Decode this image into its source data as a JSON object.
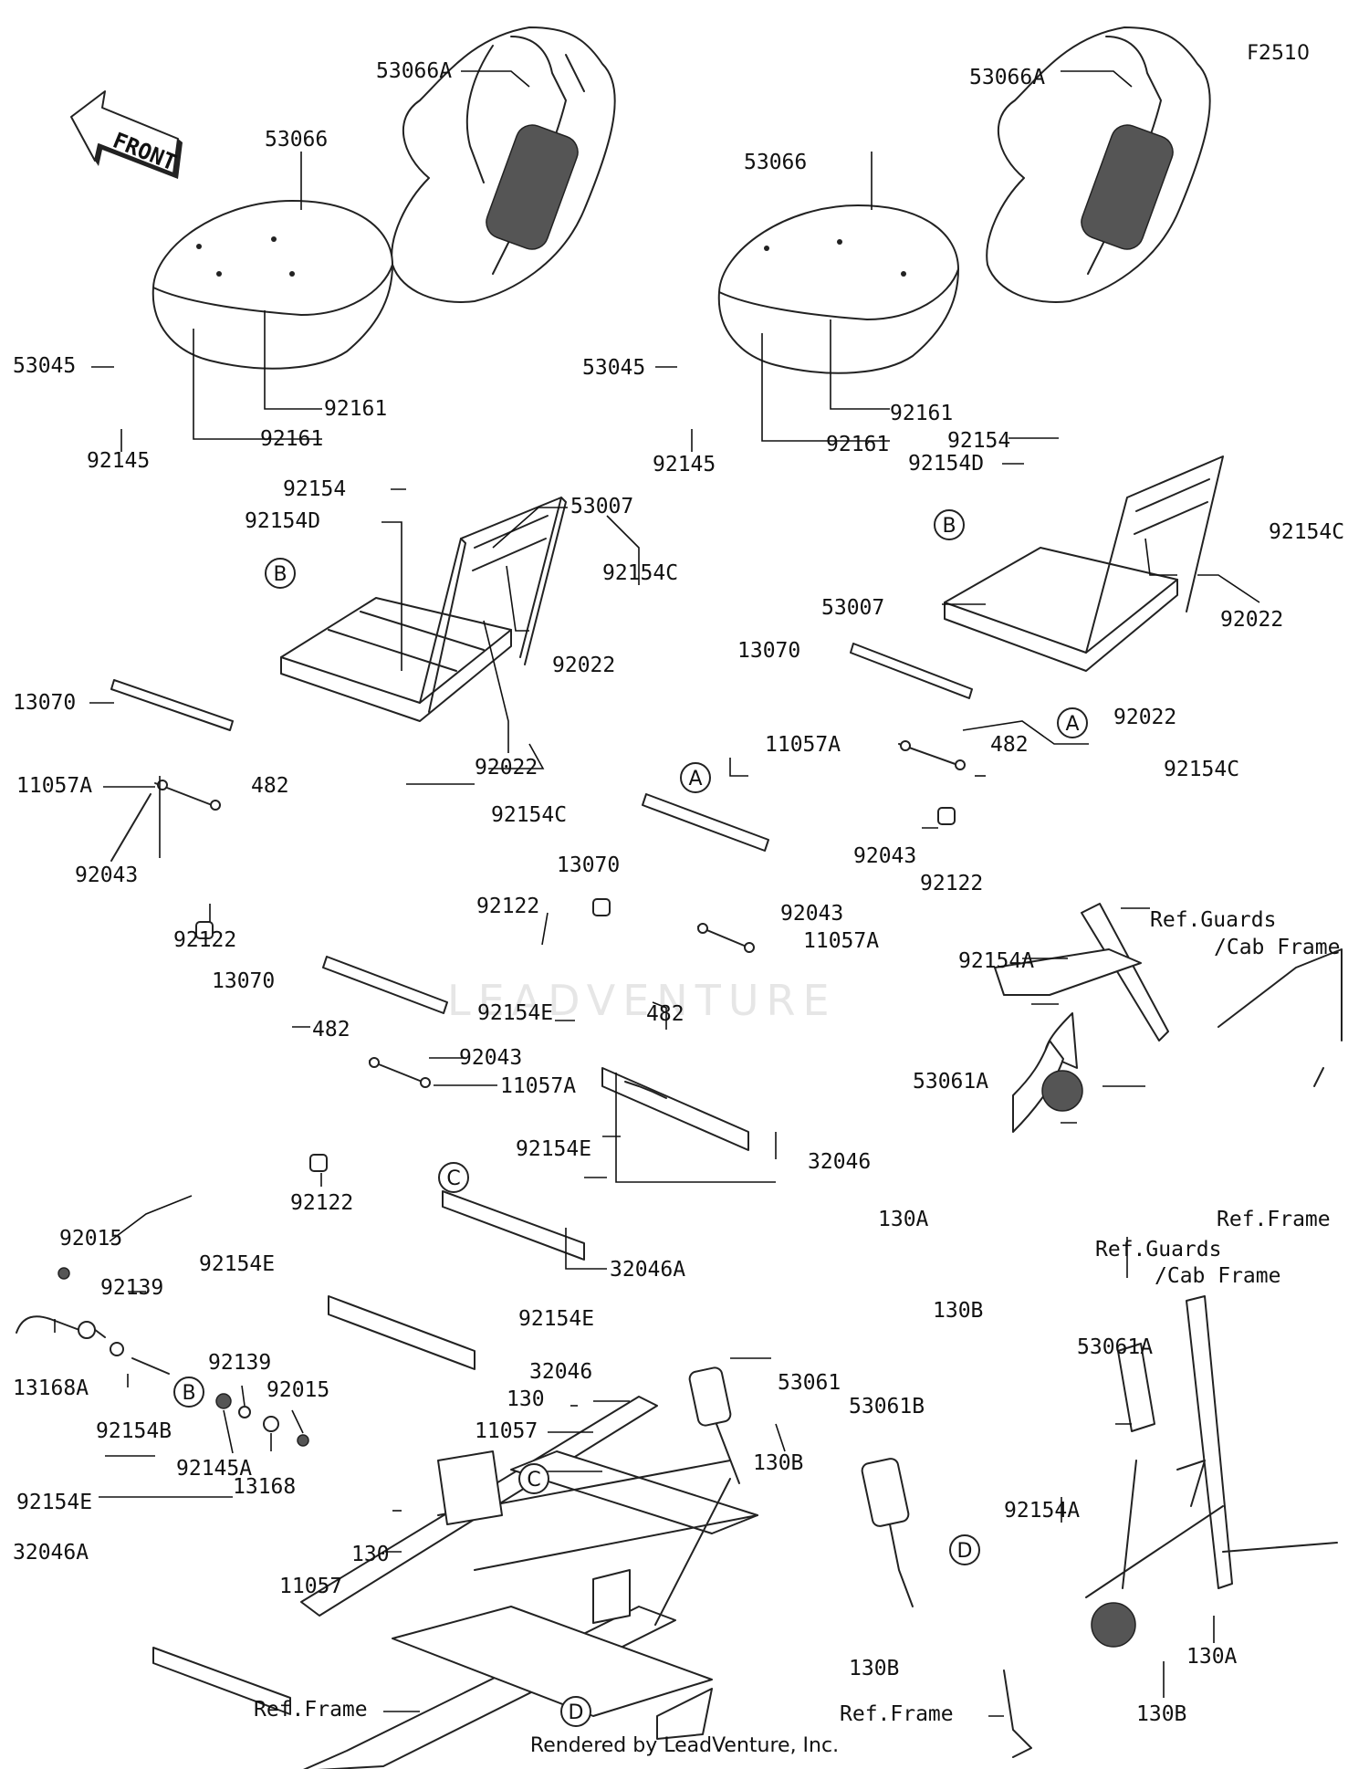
{
  "figure_code": "F2510",
  "footer_text": "Rendered by LeadVenture, Inc.",
  "watermark": "LEADVENTURE",
  "front_arrow_label": "FRONT",
  "labels": [
    {
      "id": "l1",
      "text": "53066A"
    },
    {
      "id": "l2",
      "text": "53066"
    },
    {
      "id": "l3",
      "text": "53045"
    },
    {
      "id": "l4",
      "text": "92145"
    },
    {
      "id": "l5",
      "text": "92161"
    },
    {
      "id": "l6",
      "text": "92161"
    },
    {
      "id": "l7",
      "text": "92154"
    },
    {
      "id": "l8",
      "text": "92154D"
    },
    {
      "id": "l9",
      "text": "53007"
    },
    {
      "id": "l10",
      "text": "92154C"
    },
    {
      "id": "l11",
      "text": "92022"
    },
    {
      "id": "l12",
      "text": "13070"
    },
    {
      "id": "l13",
      "text": "11057A"
    },
    {
      "id": "l14",
      "text": "482"
    },
    {
      "id": "l15",
      "text": "92043"
    },
    {
      "id": "l16",
      "text": "92122"
    },
    {
      "id": "l17",
      "text": "92022"
    },
    {
      "id": "l18",
      "text": "92154C"
    },
    {
      "id": "r1",
      "text": "53066A"
    },
    {
      "id": "r2",
      "text": "53066"
    },
    {
      "id": "r3",
      "text": "53045"
    },
    {
      "id": "r4",
      "text": "92145"
    },
    {
      "id": "r5",
      "text": "92161"
    },
    {
      "id": "r6",
      "text": "92161"
    },
    {
      "id": "r7",
      "text": "92154"
    },
    {
      "id": "r8",
      "text": "92154D"
    },
    {
      "id": "r9",
      "text": "92154C"
    },
    {
      "id": "r10",
      "text": "92022"
    },
    {
      "id": "r11",
      "text": "53007"
    },
    {
      "id": "r12",
      "text": "13070"
    },
    {
      "id": "r13",
      "text": "11057A"
    },
    {
      "id": "r14",
      "text": "482"
    },
    {
      "id": "r15",
      "text": "92043"
    },
    {
      "id": "r16",
      "text": "92122"
    },
    {
      "id": "r17",
      "text": "92022"
    },
    {
      "id": "r18",
      "text": "92154C"
    },
    {
      "id": "m1",
      "text": "13070"
    },
    {
      "id": "m2",
      "text": "92122"
    },
    {
      "id": "m3",
      "text": "92043"
    },
    {
      "id": "m4",
      "text": "11057A"
    },
    {
      "id": "m5",
      "text": "482"
    },
    {
      "id": "m6",
      "text": "92154E"
    },
    {
      "id": "m7",
      "text": "32046"
    },
    {
      "id": "m8",
      "text": "13070"
    },
    {
      "id": "m9",
      "text": "482"
    },
    {
      "id": "m10",
      "text": "92043"
    },
    {
      "id": "m11",
      "text": "11057A"
    },
    {
      "id": "m12",
      "text": "92122"
    },
    {
      "id": "m13",
      "text": "92154E"
    },
    {
      "id": "m14",
      "text": "32046A"
    },
    {
      "id": "m15",
      "text": "92154E"
    },
    {
      "id": "m16",
      "text": "92154E"
    },
    {
      "id": "m17",
      "text": "32046"
    },
    {
      "id": "m18",
      "text": "130"
    },
    {
      "id": "m19",
      "text": "11057"
    },
    {
      "id": "m20",
      "text": "53061"
    },
    {
      "id": "m21",
      "text": "130B"
    },
    {
      "id": "m22",
      "text": "130"
    },
    {
      "id": "m23",
      "text": "11057"
    },
    {
      "id": "m24",
      "text": "Ref.Frame"
    },
    {
      "id": "b1",
      "text": "92015"
    },
    {
      "id": "b2",
      "text": "92139"
    },
    {
      "id": "b3",
      "text": "13168A"
    },
    {
      "id": "b4",
      "text": "92154B"
    },
    {
      "id": "b5",
      "text": "92139"
    },
    {
      "id": "b6",
      "text": "92015"
    },
    {
      "id": "b7",
      "text": "92145A"
    },
    {
      "id": "b8",
      "text": "13168"
    },
    {
      "id": "b9",
      "text": "92154E"
    },
    {
      "id": "b10",
      "text": "32046A"
    },
    {
      "id": "s1",
      "text": "Ref.Guards"
    },
    {
      "id": "s2",
      "text": "/Cab Frame"
    },
    {
      "id": "s3",
      "text": "92154A"
    },
    {
      "id": "s4",
      "text": "53061A"
    },
    {
      "id": "s5",
      "text": "Ref.Frame"
    },
    {
      "id": "s6",
      "text": "130A"
    },
    {
      "id": "s7",
      "text": "130B"
    },
    {
      "id": "s8",
      "text": "Ref.Guards"
    },
    {
      "id": "s9",
      "text": "/Cab Frame"
    },
    {
      "id": "s10",
      "text": "53061B"
    },
    {
      "id": "s11",
      "text": "53061A"
    },
    {
      "id": "s12",
      "text": "92154A"
    },
    {
      "id": "s13",
      "text": "130B"
    },
    {
      "id": "s14",
      "text": "130A"
    },
    {
      "id": "s15",
      "text": "Ref.Frame"
    },
    {
      "id": "s16",
      "text": "130B"
    }
  ],
  "callouts": [
    {
      "id": "c1",
      "letter": "B"
    },
    {
      "id": "c2",
      "letter": "B"
    },
    {
      "id": "c3",
      "letter": "A"
    },
    {
      "id": "c4",
      "letter": "A"
    },
    {
      "id": "c5",
      "letter": "C"
    },
    {
      "id": "c6",
      "letter": "B"
    },
    {
      "id": "c7",
      "letter": "C"
    },
    {
      "id": "c8",
      "letter": "D"
    },
    {
      "id": "c9",
      "letter": "D"
    }
  ]
}
